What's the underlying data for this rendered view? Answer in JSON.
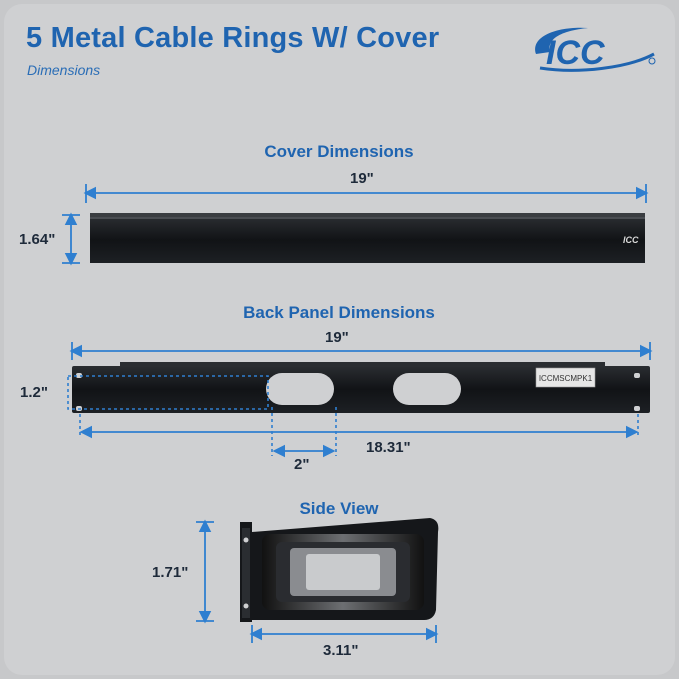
{
  "header": {
    "title": "5 Metal Cable Rings W/ Cover",
    "subtitle": "Dimensions",
    "logo_text": "ICC"
  },
  "cover": {
    "section_title": "Cover Dimensions",
    "width_label": "19\"",
    "height_label": "1.64\"",
    "logo_text": "ICC"
  },
  "back_panel": {
    "section_title": "Back Panel Dimensions",
    "width_label": "19\"",
    "height_label": "1.2\"",
    "opening_label": "2\"",
    "inner_width_label": "18.31\"",
    "part_label": "ICCMSCMPK1"
  },
  "side_view": {
    "section_title": "Side View",
    "height_label": "1.71\"",
    "depth_label": "3.11\""
  },
  "colors": {
    "accent": "#1f64b0",
    "arrow": "#2f7fd0",
    "background": "#cfd0d2",
    "metal": "#15171a"
  }
}
